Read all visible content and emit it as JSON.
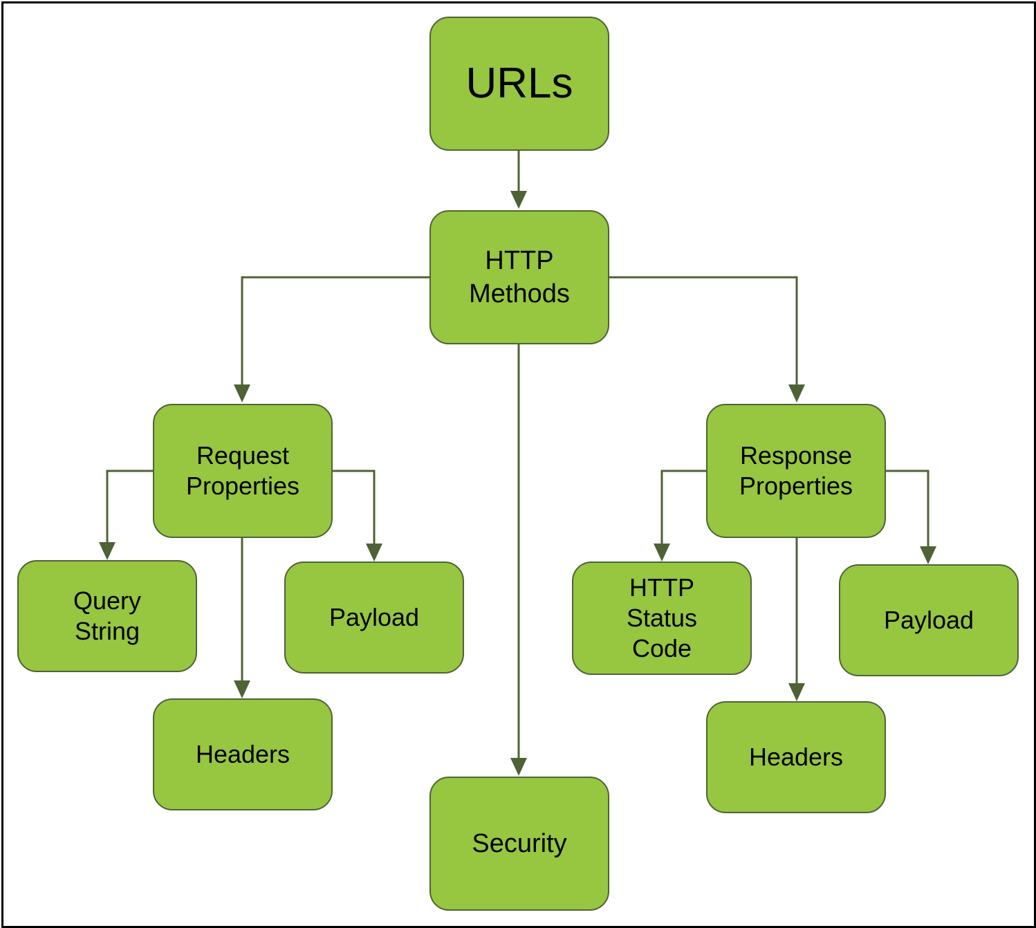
{
  "diagram": {
    "colors": {
      "node_fill": "#97c641",
      "node_border": "#4f6236",
      "connector": "#4f6236",
      "frame": "#000000"
    },
    "nodes": {
      "urls": "URLs",
      "http_methods": "HTTP\nMethods",
      "request_properties": "Request\nProperties",
      "response_properties": "Response\nProperties",
      "query_string": "Query\nString",
      "request_payload": "Payload",
      "request_headers": "Headers",
      "security": "Security",
      "http_status_code": "HTTP\nStatus\nCode",
      "response_payload": "Payload",
      "response_headers": "Headers"
    },
    "edges": [
      {
        "from": "urls",
        "to": "http_methods"
      },
      {
        "from": "http_methods",
        "to": "request_properties"
      },
      {
        "from": "http_methods",
        "to": "security"
      },
      {
        "from": "http_methods",
        "to": "response_properties"
      },
      {
        "from": "request_properties",
        "to": "query_string"
      },
      {
        "from": "request_properties",
        "to": "request_headers"
      },
      {
        "from": "request_properties",
        "to": "request_payload"
      },
      {
        "from": "response_properties",
        "to": "http_status_code"
      },
      {
        "from": "response_properties",
        "to": "response_headers"
      },
      {
        "from": "response_properties",
        "to": "response_payload"
      }
    ]
  }
}
